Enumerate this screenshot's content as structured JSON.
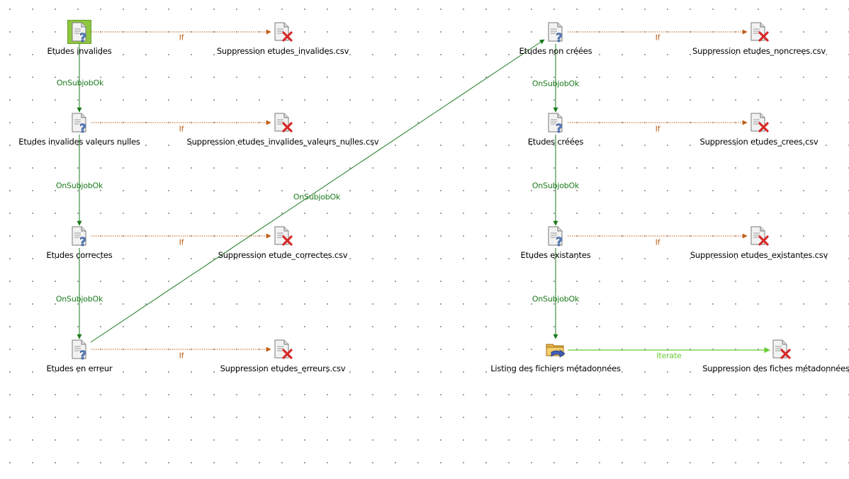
{
  "colors": {
    "subjob_ok": "#1b7a1b",
    "condition_if": "#c0601a",
    "iterate": "#66cc33",
    "selection": "#8ec63f"
  },
  "nodes": {
    "etudes_invalides": {
      "label": "Etudes invalides",
      "icon": "file-exist-icon",
      "selected": true
    },
    "etudes_invalides_valeurs_nulles": {
      "label": "Etudes invalides valeurs nulles",
      "icon": "file-exist-icon"
    },
    "etudes_correctes": {
      "label": "Etudes correctes",
      "icon": "file-exist-icon"
    },
    "etudes_en_erreur": {
      "label": "Etudes en erreur",
      "icon": "file-exist-icon"
    },
    "suppr_invalides": {
      "label": "Suppression etudes_invalides.csv",
      "icon": "file-delete-icon"
    },
    "suppr_invalides_nulles": {
      "label": "Suppression etudes_invalides_valeurs_nulles.csv",
      "icon": "file-delete-icon"
    },
    "suppr_correctes": {
      "label": "Suppression etude_correctes.csv",
      "icon": "file-delete-icon"
    },
    "suppr_erreurs": {
      "label": "Suppression etudes_erreurs.csv",
      "icon": "file-delete-icon"
    },
    "etudes_non_creees": {
      "label": "Etudes non créées",
      "icon": "file-exist-icon"
    },
    "etudes_creees": {
      "label": "Etudes créées",
      "icon": "file-exist-icon"
    },
    "etudes_existantes": {
      "label": "Etudes existantes",
      "icon": "file-exist-icon"
    },
    "listing_fichiers": {
      "label": "Listing des fichiers métadonnées",
      "icon": "file-list-icon"
    },
    "suppr_noncrees": {
      "label": "Suppression etudes_noncrees.csv",
      "icon": "file-delete-icon"
    },
    "suppr_crees": {
      "label": "Suppression etudes_crees.csv",
      "icon": "file-delete-icon"
    },
    "suppr_existantes": {
      "label": "Suppression etudes_existantes.csv",
      "icon": "file-delete-icon"
    },
    "suppr_fiches": {
      "label": "Suppression des fiches métadonnées",
      "icon": "file-delete-icon"
    }
  },
  "links": {
    "on_subjob_ok": "OnSubjobOk",
    "if": "If",
    "iterate": "Iterate"
  }
}
